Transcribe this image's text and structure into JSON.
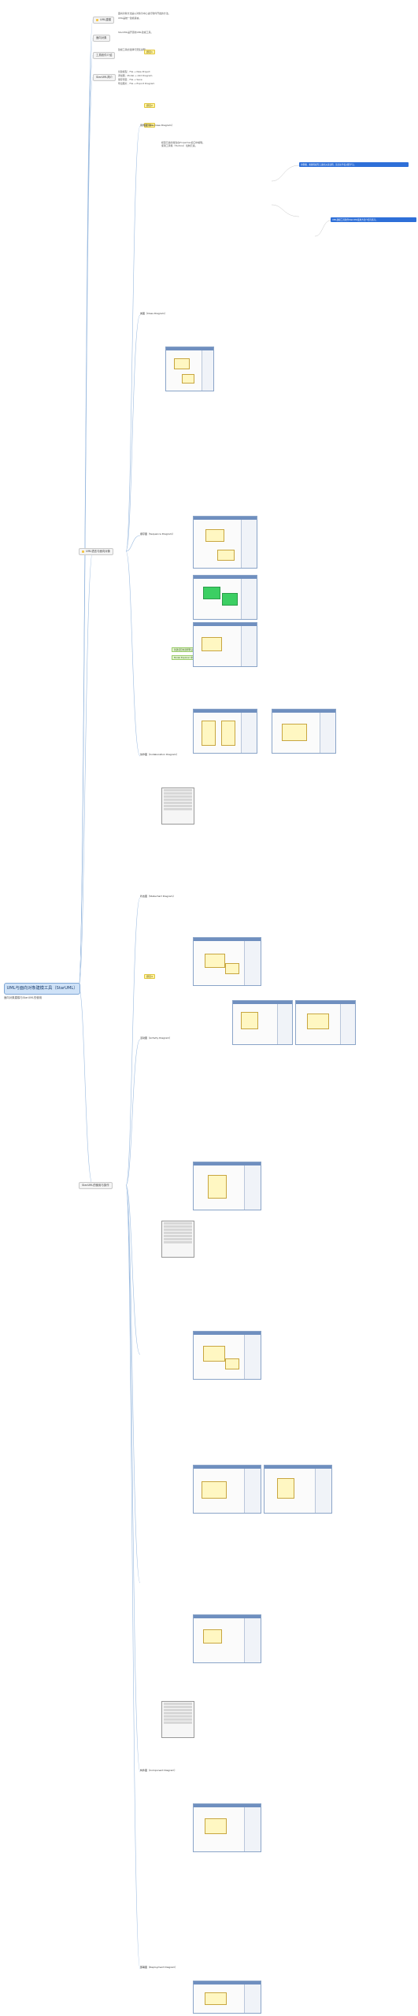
{
  "root": {
    "title": "UML与面向对象建模工具（StarUML）",
    "note": "面向对象建模与StarUML的使用"
  },
  "level1": {
    "intro_a": "UML建模",
    "intro_b": "面向对象",
    "intro_c": "工具软件介绍",
    "tool": "StarUML简介",
    "lecture": "UML语言与面向对象",
    "practice": "StarUML的使用与操作"
  },
  "sections": {
    "s1": "用例图（Use Case Diagram）",
    "s2": "类图（Class Diagram）",
    "s3": "顺序图（Sequence Diagram）",
    "s4": "协作图（Collaboration Diagram）",
    "s5": "状态图（Statechart Diagram）",
    "s6": "活动图（Activity Diagram）",
    "s7": "构件图（Component Diagram）",
    "s8": "部署图（Deployment Diagram）"
  },
  "markers": {
    "m1": "题目1",
    "m2": "题目2",
    "m3": "题目3",
    "m4": "题目4"
  },
  "notes": {
    "blue1": "用例图、类图等模型元素的关系说明，适合初学者对照学习。",
    "blue2": "UML建模工具软件StarUML使用方法介绍与练习。",
    "green1": "新建项目时选择默认方式",
    "green2": "Model Explorer 中查看元素"
  },
  "leaves": {
    "top1": "面向对象方法是以对象为中心进行软件开发的方法。",
    "top2": "UML是统一建模语言。",
    "top3": "StarUML是开源的UML建模工具。",
    "top4": "建模工具的选择与安装说明。",
    "mid1": "创建模型：File → New Project",
    "mid2": "添加图：Model → Add Diagram",
    "mid3": "保存项目：File → Save",
    "mid4": "导出图片：File → Export Diagram",
    "bottom1": "模型元素的属性在Properties窗口中编辑。",
    "bottom2": "使用工具箱（Toolbox）绘制元素。"
  },
  "colors": {
    "root_bg": "#cfe2f7",
    "marker": "#fff3a0",
    "blue_note": "#2e6fd8",
    "green_note": "#e4f5d1",
    "link": "#9bbbe0"
  },
  "icons": {
    "marker_icon": "flag-icon",
    "screenshot": "image-icon"
  }
}
